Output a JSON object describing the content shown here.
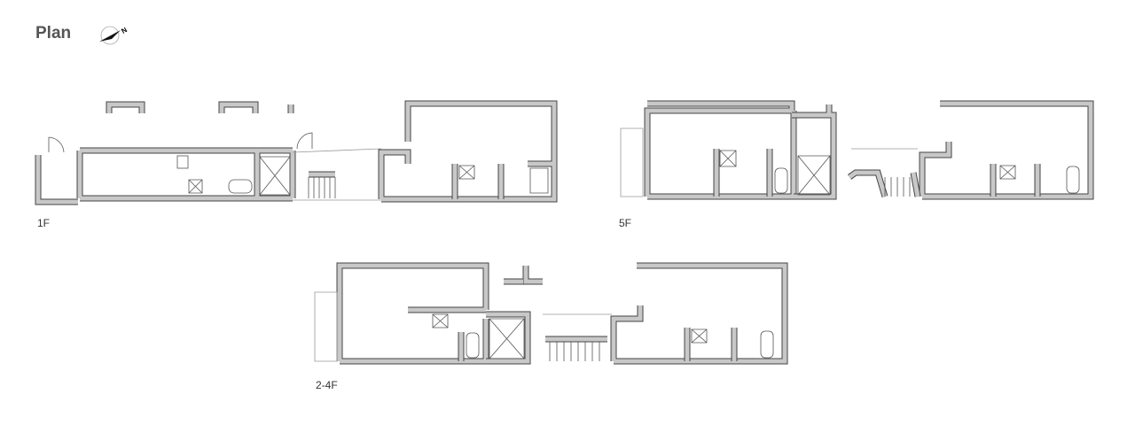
{
  "header": {
    "title": "Plan",
    "north_label": "N"
  },
  "floors": [
    {
      "label": "1F"
    },
    {
      "label": "5F"
    },
    {
      "label": "2-4F"
    }
  ]
}
